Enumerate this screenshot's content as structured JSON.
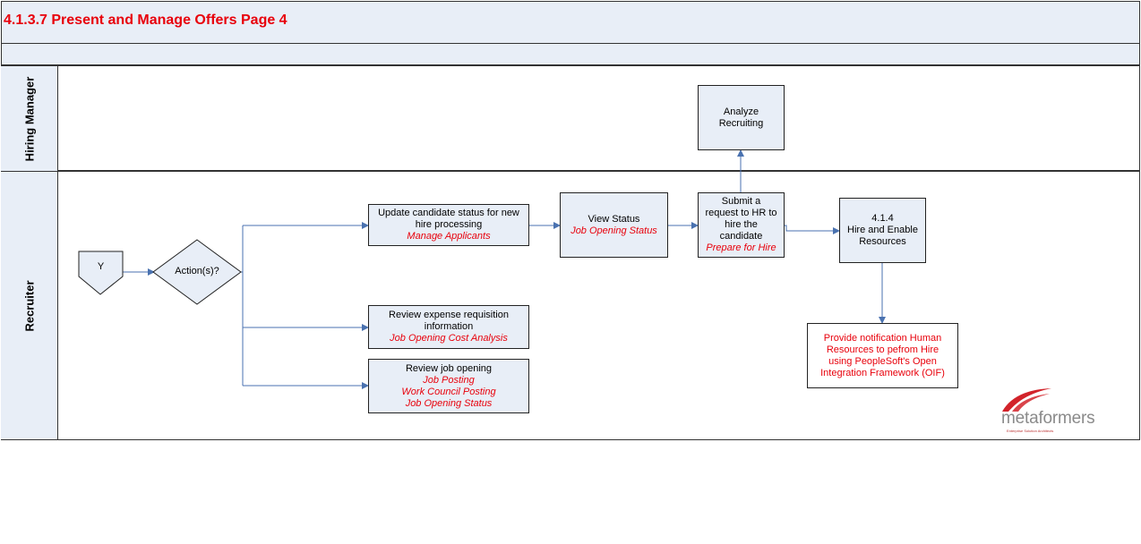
{
  "title": "4.1.3.7 Present and Manage Offers Page 4",
  "lanes": {
    "hiring_manager": "Hiring Manager",
    "recruiter": "Recruiter"
  },
  "start": {
    "label": "Y"
  },
  "decision": {
    "label": "Action(s)?"
  },
  "boxes": {
    "analyze_recruiting": {
      "title": "Analyze Recruiting"
    },
    "update_status": {
      "title": "Update candidate status for new hire processing",
      "links": [
        "Manage Applicants"
      ]
    },
    "view_status": {
      "title": "View Status",
      "links": [
        "Job Opening Status"
      ]
    },
    "submit_request": {
      "title": "Submit a request to HR to hire the candidate",
      "links": [
        "Prepare for Hire"
      ]
    },
    "hire_enable": {
      "title": "4.1.4\nHire and Enable Resources"
    },
    "review_expense": {
      "title": "Review expense requisition information",
      "links": [
        "Job Opening Cost Analysis"
      ]
    },
    "review_job": {
      "title": "Review job opening",
      "links": [
        "Job Posting",
        "Work Council Posting",
        "Job Opening Status"
      ]
    },
    "provide_notification": {
      "text": "Provide notification Human Resources to pefrom Hire using PeopleSoft's Open Integration Framework (OIF)"
    }
  },
  "logo": {
    "name": "metaformers",
    "tagline": "Enterprise Solution Architects",
    "accent": "#d2232a"
  },
  "colors": {
    "header_bg": "#e8eef7",
    "box_bg": "#e8eef7",
    "accent_red": "#e8000b",
    "connector": "#4a72b0"
  }
}
